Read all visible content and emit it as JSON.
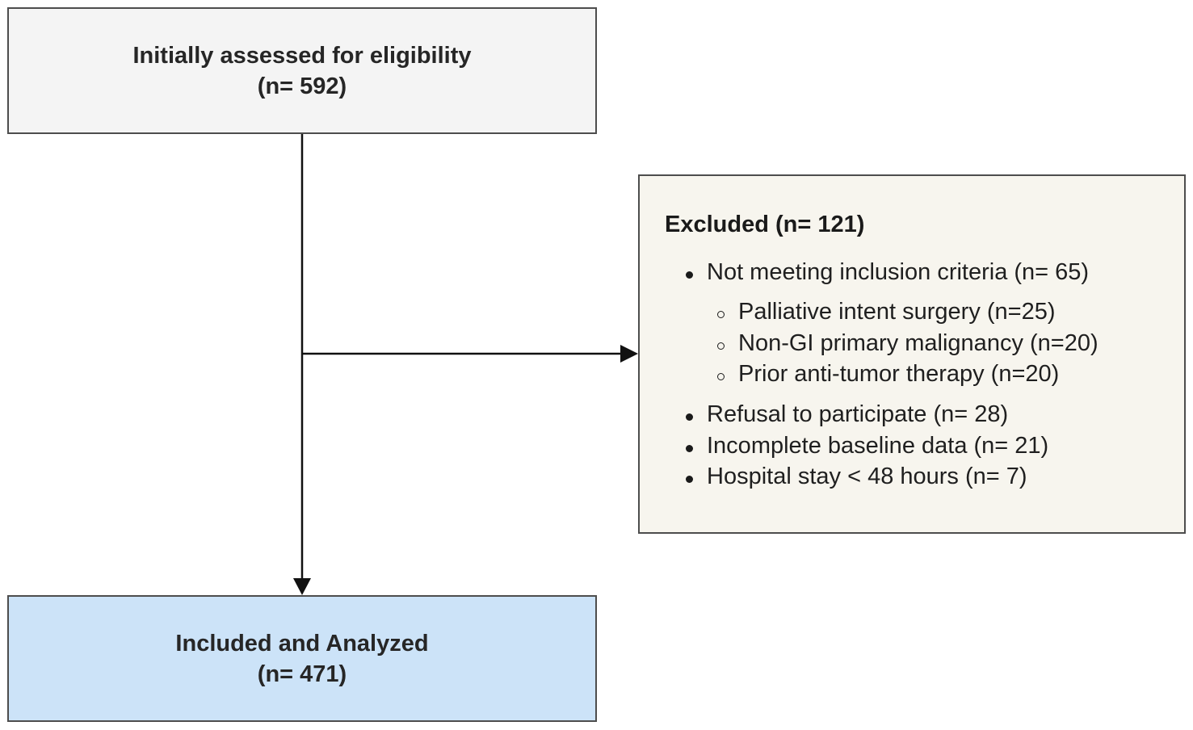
{
  "top_box": {
    "line1": "Initially assessed for eligibility",
    "line2": "(n= 592)"
  },
  "excluded_box": {
    "title": "Excluded (n= 121)",
    "items": [
      {
        "label": "Not meeting inclusion criteria (n= 65)"
      },
      {
        "label": "Refusal to participate (n= 28)"
      },
      {
        "label": "Incomplete baseline data (n= 21)"
      },
      {
        "label": "Hospital stay < 48 hours (n= 7)"
      }
    ],
    "sub_items": [
      {
        "label": "Palliative intent surgery (n=25)"
      },
      {
        "label": "Non-GI primary malignancy (n=20)"
      },
      {
        "label": "Prior anti-tumor therapy (n=20)"
      }
    ]
  },
  "bottom_box": {
    "line1": "Included and Analyzed",
    "line2": "(n= 471)"
  },
  "colors": {
    "top_box_fill": "#f4f4f4",
    "excluded_box_fill": "#f7f5ee",
    "bottom_box_fill": "#cce3f8",
    "border": "#4d4d4d",
    "arrow": "#111111"
  }
}
